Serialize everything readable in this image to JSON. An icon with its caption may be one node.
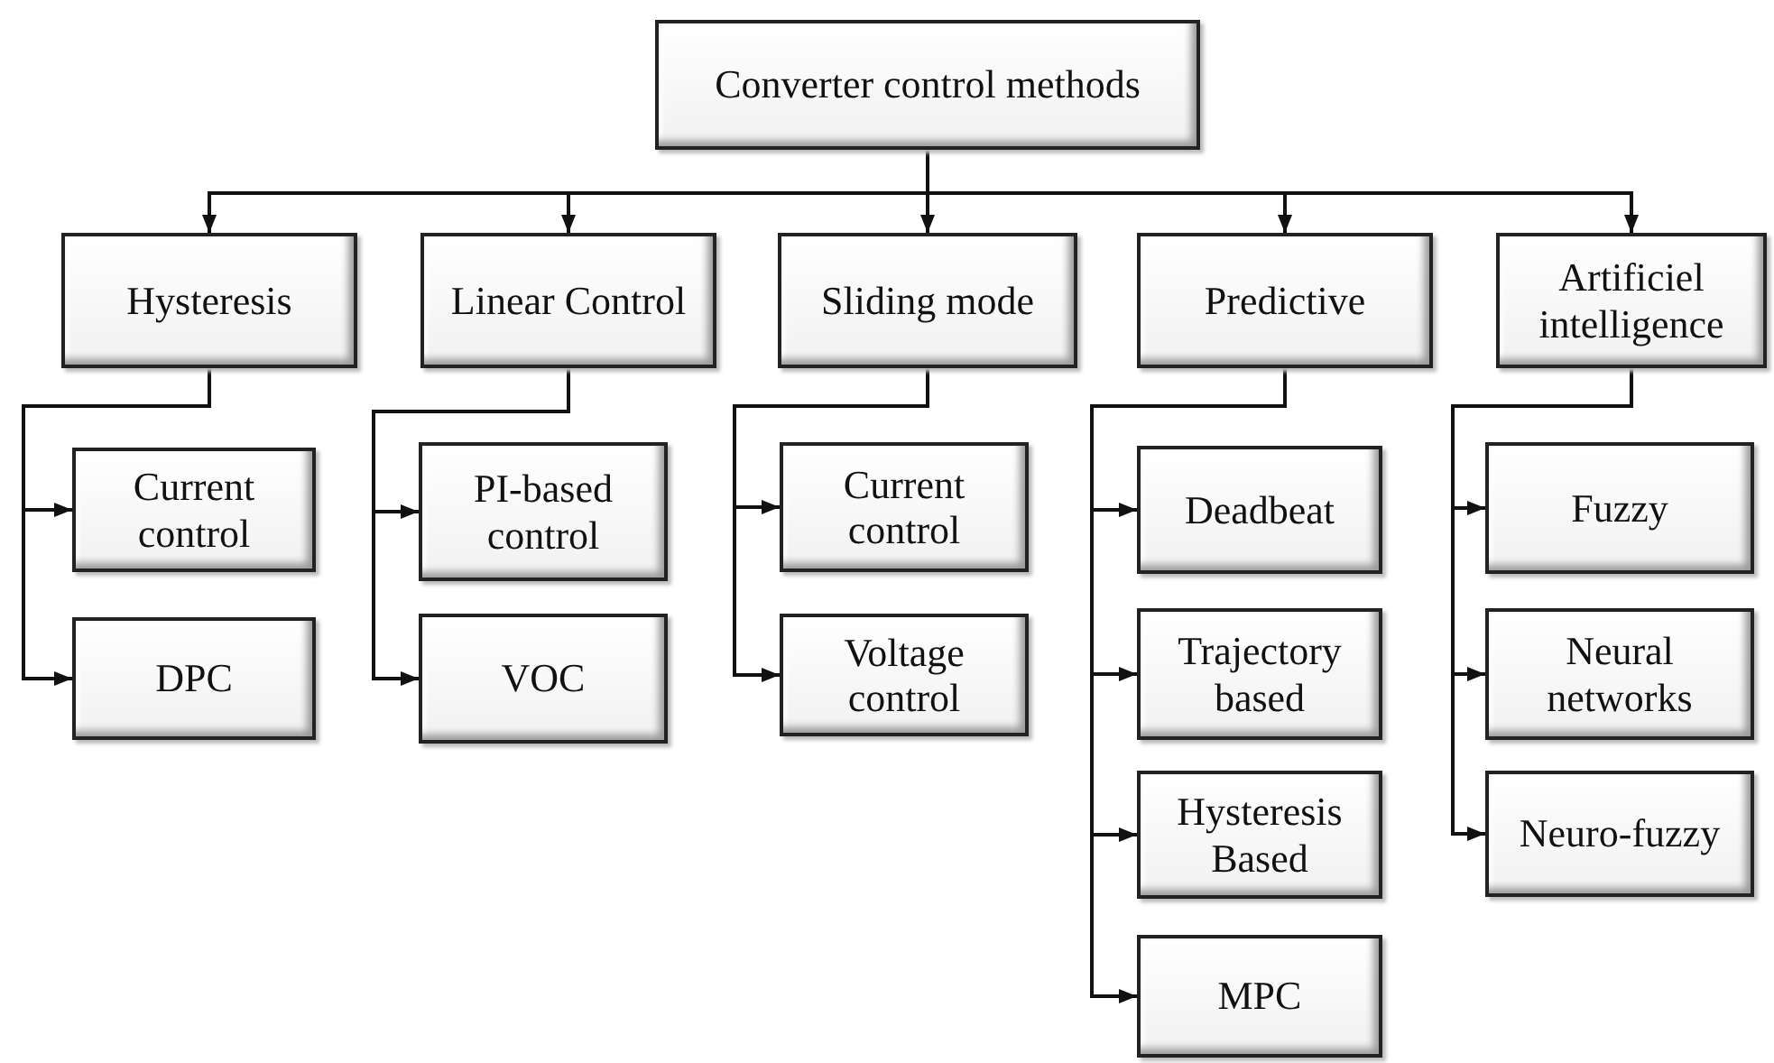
{
  "diagram": {
    "nodes": [
      {
        "text": [
          "Converter control methods"
        ]
      },
      {
        "text": [
          "Hysteresis"
        ]
      },
      {
        "text": [
          "Linear Control"
        ]
      },
      {
        "text": [
          "Sliding mode"
        ]
      },
      {
        "text": [
          "Predictive"
        ]
      },
      {
        "text": [
          "Artificiel intelligence"
        ]
      },
      {
        "text": [
          "Current control"
        ]
      },
      {
        "text": [
          "DPC"
        ]
      },
      {
        "text": [
          "PI-based control"
        ]
      },
      {
        "text": [
          "VOC"
        ]
      },
      {
        "text": [
          "Current control"
        ]
      },
      {
        "text": [
          "Voltage control"
        ]
      },
      {
        "text": [
          "Deadbeat"
        ]
      },
      {
        "text": [
          "Trajectory based"
        ]
      },
      {
        "text": [
          "Hysteresis Based"
        ]
      },
      {
        "text": [
          "MPC"
        ]
      },
      {
        "text": [
          "Fuzzy"
        ]
      },
      {
        "text": [
          "Neural networks"
        ]
      },
      {
        "text": [
          "Neuro-fuzzy"
        ]
      }
    ],
    "edges": [
      {
        "from": 0,
        "to": 1,
        "arrow": "to"
      },
      {
        "from": 0,
        "to": 2,
        "arrow": "to"
      },
      {
        "from": 0,
        "to": 3,
        "arrow": "to"
      },
      {
        "from": 0,
        "to": 4,
        "arrow": "to"
      },
      {
        "from": 0,
        "to": 5,
        "arrow": "to"
      },
      {
        "from": 1,
        "to": 6,
        "arrow": "to"
      },
      {
        "from": 1,
        "to": 7,
        "arrow": "to"
      },
      {
        "from": 2,
        "to": 8,
        "arrow": "to"
      },
      {
        "from": 2,
        "to": 9,
        "arrow": "to"
      },
      {
        "from": 3,
        "to": 10,
        "arrow": "to"
      },
      {
        "from": 3,
        "to": 11,
        "arrow": "to"
      },
      {
        "from": 4,
        "to": 12,
        "arrow": "to"
      },
      {
        "from": 4,
        "to": 13,
        "arrow": "to"
      },
      {
        "from": 4,
        "to": 14,
        "arrow": "to"
      },
      {
        "from": 4,
        "to": 15,
        "arrow": "to"
      },
      {
        "from": 5,
        "to": 16,
        "arrow": "to"
      },
      {
        "from": 5,
        "to": 17,
        "arrow": "to"
      },
      {
        "from": 5,
        "to": 18,
        "arrow": "to"
      }
    ]
  }
}
